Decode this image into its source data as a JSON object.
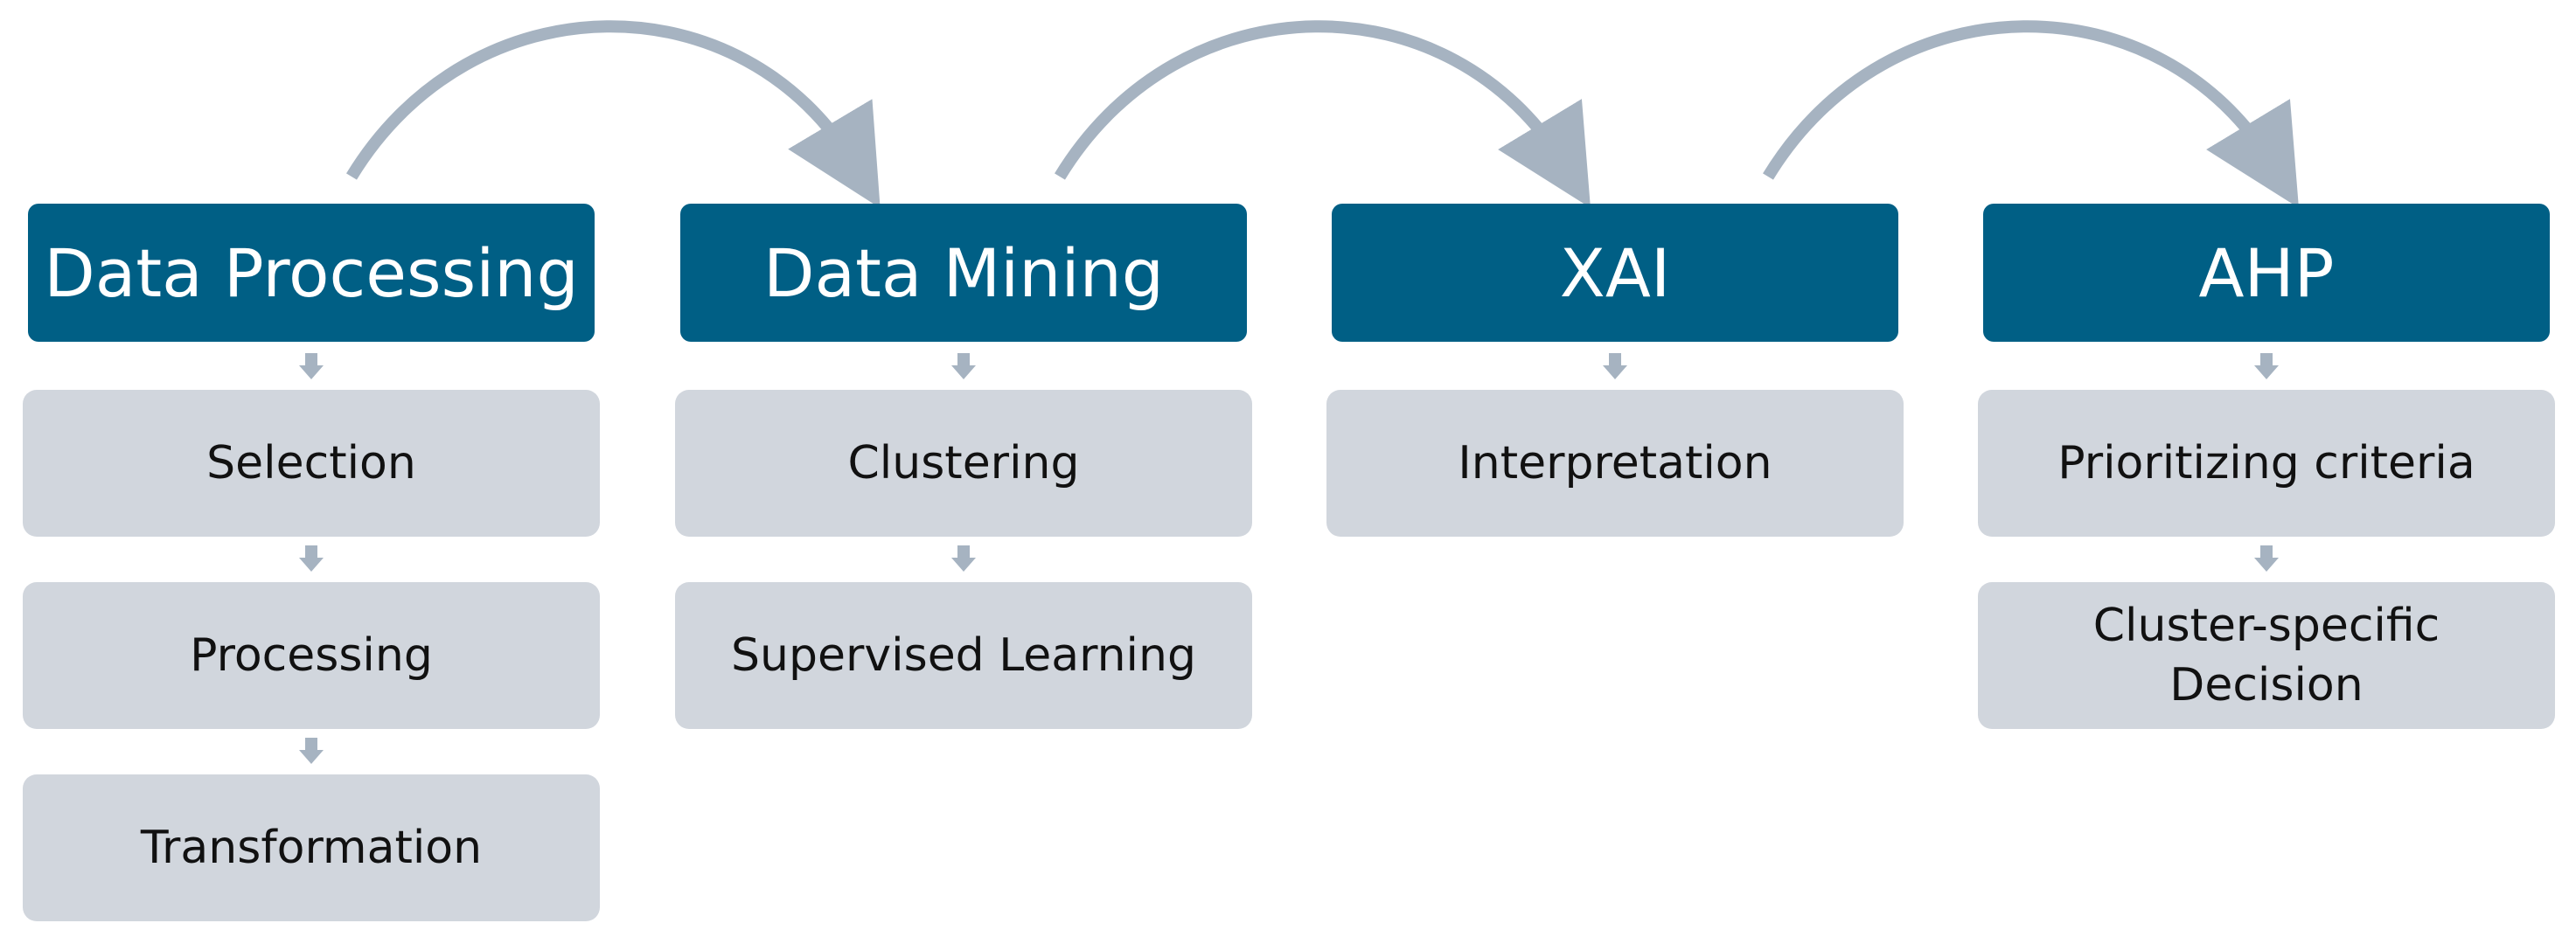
{
  "colors": {
    "header_fill": "#005f85",
    "header_text": "#ffffff",
    "step_fill": "#d1d6dd",
    "step_text": "#111111",
    "connector": "#a6b3c1"
  },
  "stages": [
    {
      "title": "Data Processing",
      "steps": [
        "Selection",
        "Processing",
        "Transformation"
      ]
    },
    {
      "title": "Data Mining",
      "steps": [
        "Clustering",
        "Supervised Learning"
      ]
    },
    {
      "title": "XAI",
      "steps": [
        "Interpretation"
      ]
    },
    {
      "title": "AHP",
      "steps": [
        "Prioritizing criteria",
        "Cluster-specific\nDecision"
      ]
    }
  ]
}
